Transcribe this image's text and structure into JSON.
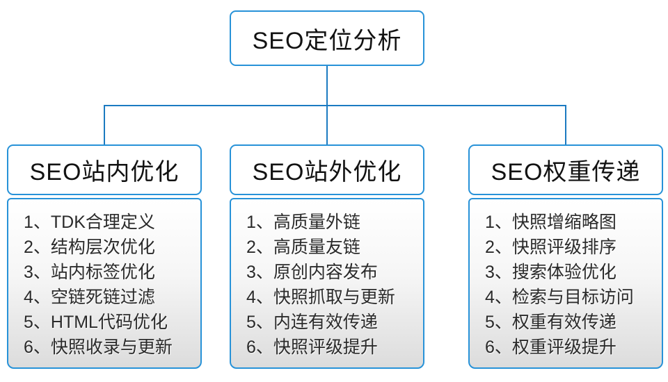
{
  "diagram": {
    "root": {
      "label": "SEO定位分析"
    },
    "branches": [
      {
        "title": "SEO站内优化",
        "items": [
          "1、TDK合理定义",
          "2、结构层次优化",
          "3、站内标签优化",
          "4、空链死链过滤",
          "5、HTML代码优化",
          "6、快照收录与更新"
        ]
      },
      {
        "title": "SEO站外优化",
        "items": [
          "1、高质量外链",
          "2、高质量友链",
          "3、原创内容发布",
          "4、快照抓取与更新",
          "5、内连有效传递",
          "6、快照评级提升"
        ]
      },
      {
        "title": "SEO权重传递",
        "items": [
          "1、快照增缩略图",
          "2、快照评级排序",
          "3、搜索体验优化",
          "4、检索与目标访问",
          "5、权重有效传递",
          "6、权重评级提升"
        ]
      }
    ],
    "colors": {
      "line": "#1b7ac1",
      "border": "#2792d8",
      "panel_top": "#ffffff",
      "panel_bottom": "#dcdcdc",
      "text": "#1c1c1c"
    }
  }
}
